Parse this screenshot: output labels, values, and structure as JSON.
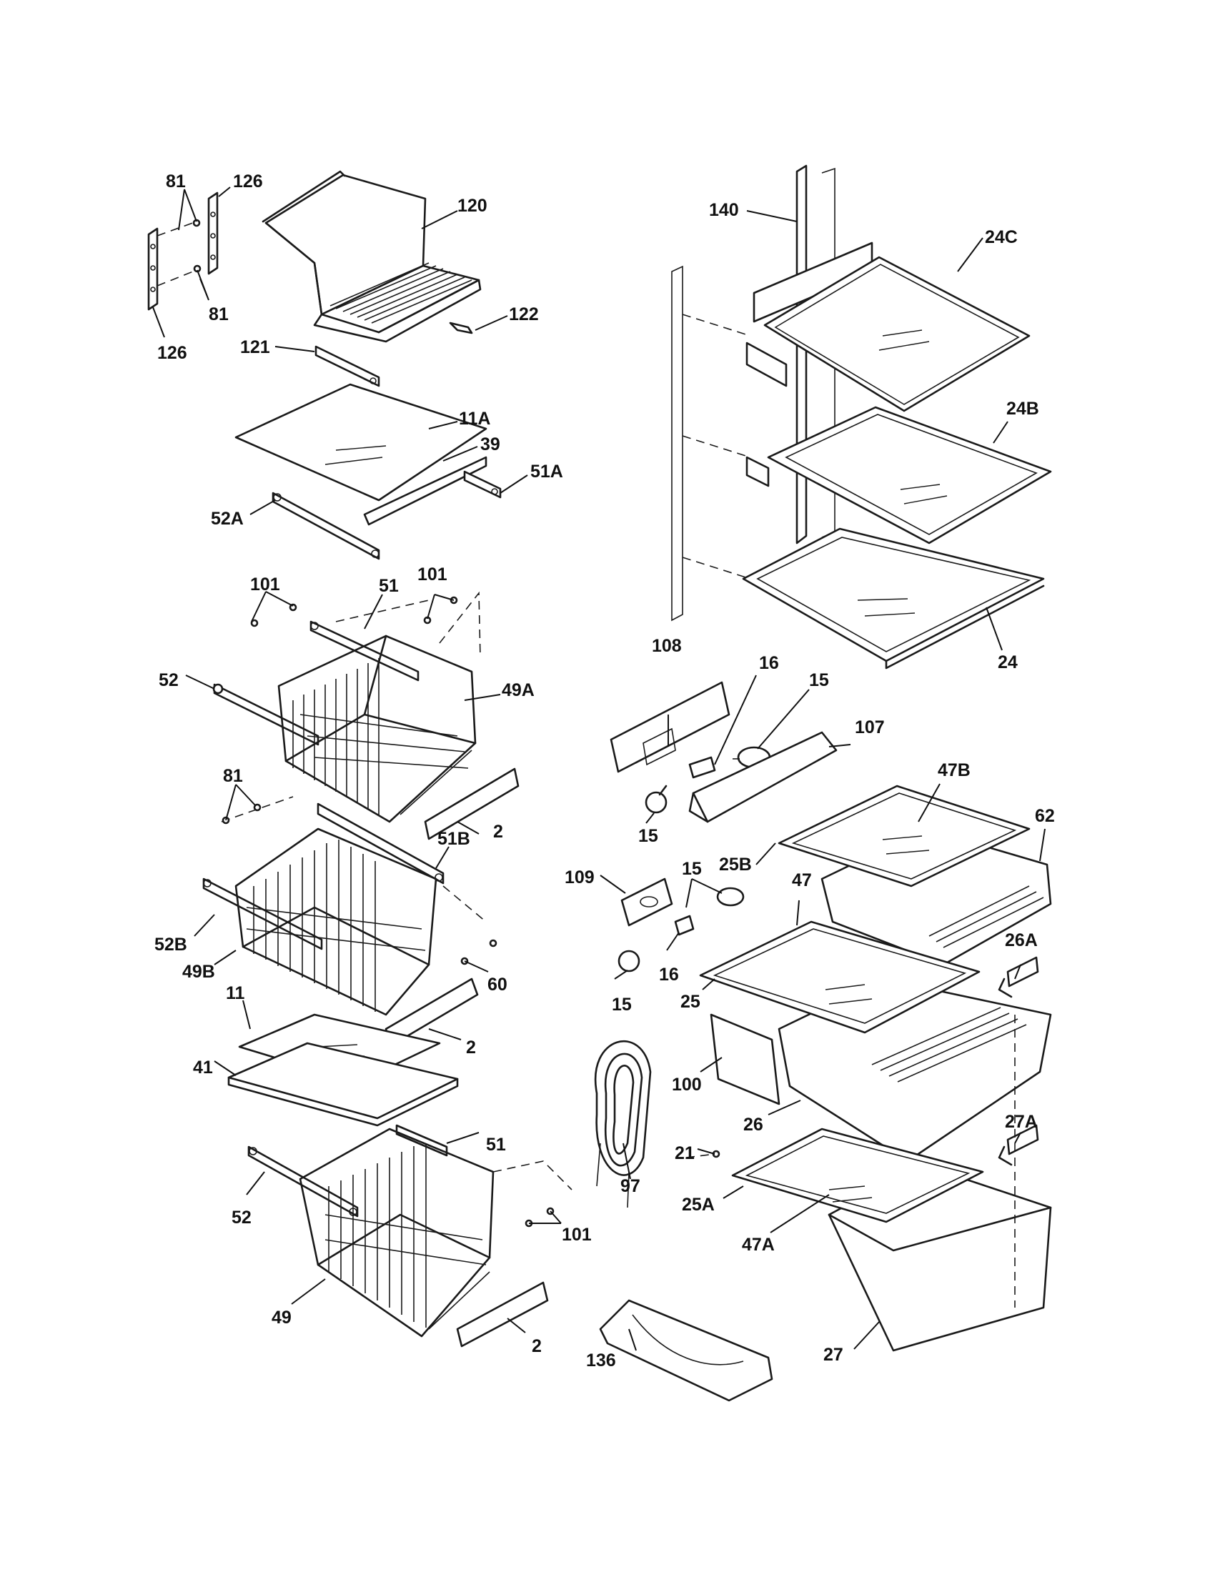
{
  "diagram": {
    "part_labels": [
      {
        "id": "81a",
        "text": "81"
      },
      {
        "id": "126a",
        "text": "126"
      },
      {
        "id": "81b",
        "text": "81"
      },
      {
        "id": "126b",
        "text": "126"
      },
      {
        "id": "120",
        "text": "120"
      },
      {
        "id": "122",
        "text": "122"
      },
      {
        "id": "121",
        "text": "121"
      },
      {
        "id": "11A",
        "text": "11A"
      },
      {
        "id": "39",
        "text": "39"
      },
      {
        "id": "51A",
        "text": "51A"
      },
      {
        "id": "52A",
        "text": "52A"
      },
      {
        "id": "101a",
        "text": "101"
      },
      {
        "id": "101b",
        "text": "101"
      },
      {
        "id": "51a",
        "text": "51"
      },
      {
        "id": "52a",
        "text": "52"
      },
      {
        "id": "49A",
        "text": "49A"
      },
      {
        "id": "2a",
        "text": "2"
      },
      {
        "id": "81c",
        "text": "81"
      },
      {
        "id": "51B",
        "text": "51B"
      },
      {
        "id": "52B",
        "text": "52B"
      },
      {
        "id": "49B",
        "text": "49B"
      },
      {
        "id": "60",
        "text": "60"
      },
      {
        "id": "11",
        "text": "11"
      },
      {
        "id": "2b",
        "text": "2"
      },
      {
        "id": "41",
        "text": "41"
      },
      {
        "id": "51b",
        "text": "51"
      },
      {
        "id": "52b",
        "text": "52"
      },
      {
        "id": "101c",
        "text": "101"
      },
      {
        "id": "49",
        "text": "49"
      },
      {
        "id": "2c",
        "text": "2"
      },
      {
        "id": "140",
        "text": "140"
      },
      {
        "id": "24C",
        "text": "24C"
      },
      {
        "id": "24B",
        "text": "24B"
      },
      {
        "id": "24",
        "text": "24"
      },
      {
        "id": "108",
        "text": "108"
      },
      {
        "id": "16a",
        "text": "16"
      },
      {
        "id": "15a",
        "text": "15"
      },
      {
        "id": "107",
        "text": "107"
      },
      {
        "id": "15b",
        "text": "15"
      },
      {
        "id": "47B",
        "text": "47B"
      },
      {
        "id": "62",
        "text": "62"
      },
      {
        "id": "109",
        "text": "109"
      },
      {
        "id": "15c",
        "text": "15"
      },
      {
        "id": "25B",
        "text": "25B"
      },
      {
        "id": "47",
        "text": "47"
      },
      {
        "id": "16b",
        "text": "16"
      },
      {
        "id": "15d",
        "text": "15"
      },
      {
        "id": "25",
        "text": "25"
      },
      {
        "id": "26A",
        "text": "26A"
      },
      {
        "id": "100",
        "text": "100"
      },
      {
        "id": "26",
        "text": "26"
      },
      {
        "id": "21",
        "text": "21"
      },
      {
        "id": "97",
        "text": "97"
      },
      {
        "id": "27A",
        "text": "27A"
      },
      {
        "id": "25A",
        "text": "25A"
      },
      {
        "id": "47A",
        "text": "47A"
      },
      {
        "id": "136",
        "text": "136"
      },
      {
        "id": "27",
        "text": "27"
      }
    ]
  }
}
